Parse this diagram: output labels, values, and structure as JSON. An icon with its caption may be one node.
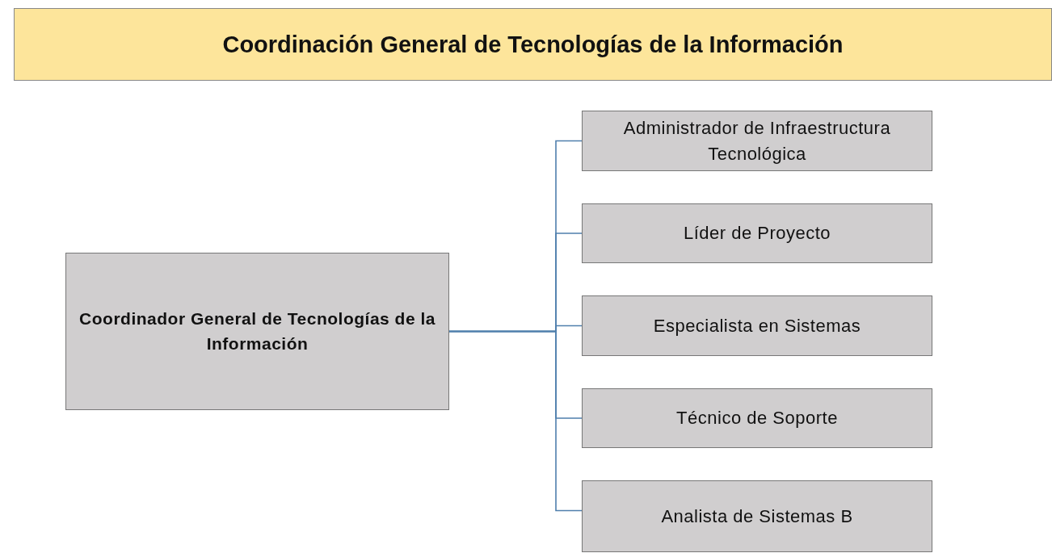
{
  "diagram": {
    "title": "Coordinación General de Tecnologías de la Información",
    "nodes": [
      {
        "text": [
          "Coordinador General de Tecnologías de la Información"
        ]
      },
      {
        "text": [
          "Administrador de Infraestructura Tecnológica"
        ]
      },
      {
        "text": [
          "Líder de Proyecto"
        ]
      },
      {
        "text": [
          "Especialista en Sistemas"
        ]
      },
      {
        "text": [
          "Técnico de Soporte"
        ]
      },
      {
        "text": [
          "Analista de Sistemas B"
        ]
      }
    ],
    "edges": [
      {
        "from": 0,
        "to": 1,
        "arrow": "none"
      },
      {
        "from": 0,
        "to": 2,
        "arrow": "none"
      },
      {
        "from": 0,
        "to": 3,
        "arrow": "none"
      },
      {
        "from": 0,
        "to": 4,
        "arrow": "none"
      },
      {
        "from": 0,
        "to": 5,
        "arrow": "none"
      }
    ]
  }
}
